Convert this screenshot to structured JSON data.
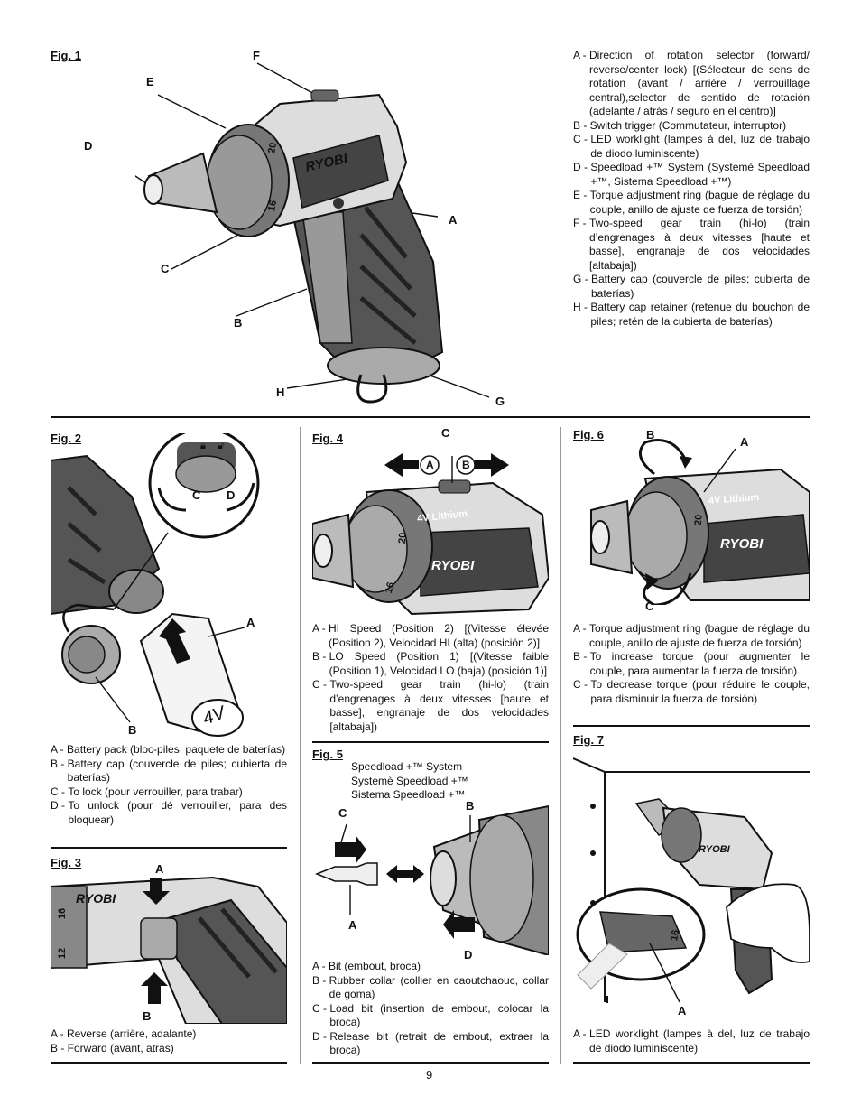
{
  "fig1": {
    "label": "Fig. 1",
    "callouts": [
      "A",
      "B",
      "C",
      "D",
      "E",
      "F",
      "G",
      "H"
    ],
    "brand": "RYOBI",
    "dial_numbers": [
      "20",
      "16"
    ],
    "legend": [
      {
        "k": "A - ",
        "v": "Direction of rotation selector (forward/ reverse/center lock) [(Sélecteur de sens de rotation (avant / arrière / verrouillage central),selector de sentido de rotación (adelante / atrás / seguro en el centro)]"
      },
      {
        "k": "B - ",
        "v": "Switch trigger (Commutateur, interruptor)"
      },
      {
        "k": "C - ",
        "v": "LED worklight (lampes à del, luz de trabajo de diodo luminiscente)"
      },
      {
        "k": "D - ",
        "v": "Speedload +™ System (Systemè Speedload +™, Sistema Speedload +™)"
      },
      {
        "k": "E - ",
        "v": "Torque adjustment ring (bague de réglage du couple, anillo de ajuste de fuerza de torsión)"
      },
      {
        "k": "F - ",
        "v": "Two-speed gear train (hi-lo) (train d’engrenages à deux vitesses [haute et basse], engranaje de dos velocidades [altabaja])"
      },
      {
        "k": "G - ",
        "v": "Battery cap (couvercle de piles; cubierta de baterías)"
      },
      {
        "k": "H - ",
        "v": "Battery cap retainer (retenue du bouchon de piles; retén de la cubierta de baterías)"
      }
    ]
  },
  "fig2": {
    "label": "Fig. 2",
    "callouts": [
      "A",
      "B",
      "C",
      "D"
    ],
    "battery_text": "4V",
    "legend": [
      {
        "k": "A - ",
        "v": "Battery pack (bloc-piles, paquete de baterías)"
      },
      {
        "k": "B - ",
        "v": "Battery cap (couvercle de piles; cubierta de baterías)"
      },
      {
        "k": "C - ",
        "v": "To lock (pour verrouiller, para trabar)"
      },
      {
        "k": "D - ",
        "v": "To unlock (pour dé verrouiller, para des bloquear)"
      }
    ]
  },
  "fig3": {
    "label": "Fig. 3",
    "callouts": [
      "A",
      "B"
    ],
    "brand": "RYOBI",
    "dial_numbers": [
      "16",
      "12"
    ],
    "legend": [
      {
        "k": "A - ",
        "v": "Reverse (arrière, adalante)"
      },
      {
        "k": "B - ",
        "v": "Forward (avant, atras)"
      }
    ]
  },
  "fig4": {
    "label": "Fig. 4",
    "callouts": [
      "A",
      "B",
      "C"
    ],
    "brand": "RYOBI",
    "battery_mark": "4V Lithium",
    "dial_numbers": [
      "20",
      "16"
    ],
    "legend": [
      {
        "k": "A - ",
        "v": "HI Speed (Position 2) [(Vitesse élevée (Position 2), Velocidad HI (alta) (posición 2)]"
      },
      {
        "k": "B - ",
        "v": "LO Speed (Position 1) [(Vitesse faible (Position 1), Velocidad LO (baja) (posición 1)]"
      },
      {
        "k": "C - ",
        "v": "Two-speed gear train (hi-lo) (train d’engrenages à deux vitesses [haute et basse], engranaje de dos velocidades [altabaja])"
      }
    ]
  },
  "fig5": {
    "label": "Fig. 5",
    "caption": [
      "Speedload +™ System",
      "Systemè Speedload +™",
      "Sistema Speedload +™"
    ],
    "callouts": [
      "A",
      "B",
      "C",
      "D"
    ],
    "legend": [
      {
        "k": "A - ",
        "v": "Bit (embout, broca)"
      },
      {
        "k": "B - ",
        "v": "Rubber collar (collier en caoutchaouc, collar de goma)"
      },
      {
        "k": "C - ",
        "v": "Load bit (insertion de embout, colocar la broca)"
      },
      {
        "k": "D - ",
        "v": "Release bit (retrait de embout, extraer la broca)"
      }
    ]
  },
  "fig6": {
    "label": "Fig. 6",
    "callouts": [
      "A",
      "B",
      "C"
    ],
    "brand": "RYOBI",
    "battery_mark": "4V Lithium",
    "dial_numbers": [
      "20"
    ],
    "legend": [
      {
        "k": "A - ",
        "v": "Torque adjustment ring (bague de réglage du couple, anillo de ajuste de fuerza de torsión)"
      },
      {
        "k": "B - ",
        "v": "To increase torque (pour augmenter le couple, para aumentar la fuerza de torsión)"
      },
      {
        "k": "C - ",
        "v": "To decrease torque (pour réduire le couple, para disminuir la fuerza de torsión)"
      }
    ]
  },
  "fig7": {
    "label": "Fig. 7",
    "callouts": [
      "A"
    ],
    "brand": "RYOBI",
    "dial_numbers": [
      "16"
    ],
    "legend": [
      {
        "k": "A - ",
        "v": "LED worklight (lampes à del, luz de trabajo de diodo luminiscente)"
      }
    ]
  },
  "page_number": "9"
}
